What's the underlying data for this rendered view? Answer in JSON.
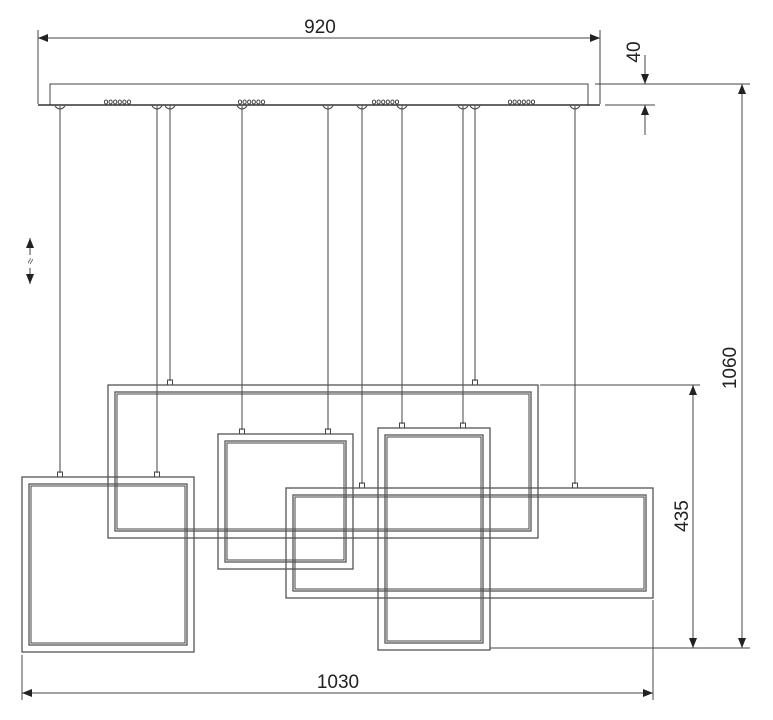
{
  "dimensions": {
    "canopy_length": "920",
    "canopy_height": "40",
    "total_height": "1060",
    "frame_height": "435",
    "total_width": "1030"
  },
  "adjustable_symbol": "≈",
  "colors": {
    "line": "#444444",
    "background": "#ffffff"
  }
}
